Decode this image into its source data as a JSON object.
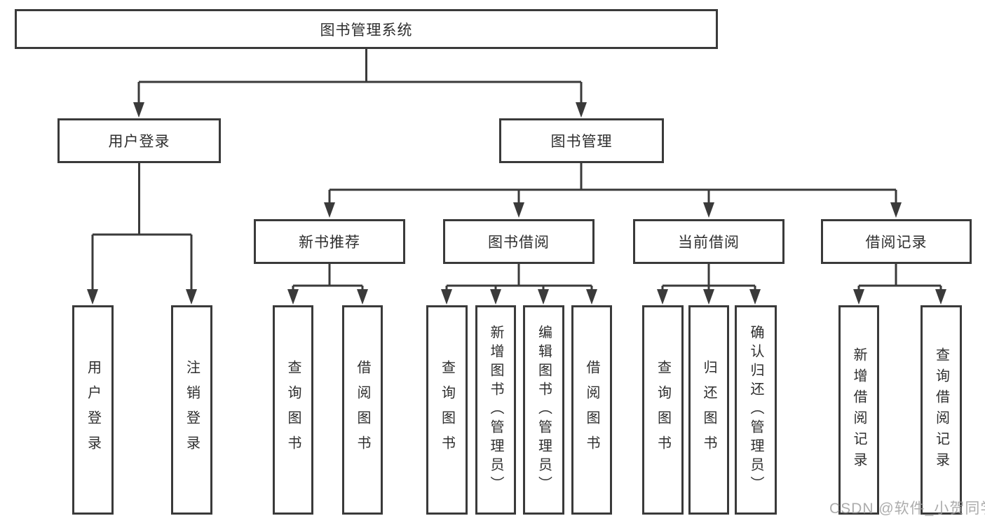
{
  "diagram": {
    "root": {
      "label": "图书管理系统"
    },
    "branches": [
      {
        "label": "用户登录",
        "children": [
          {
            "label": "用户登录"
          },
          {
            "label": "注销登录"
          }
        ]
      },
      {
        "label": "图书管理",
        "children": [
          {
            "label": "新书推荐",
            "children": [
              {
                "label": "查询图书"
              },
              {
                "label": "借阅图书"
              }
            ]
          },
          {
            "label": "图书借阅",
            "children": [
              {
                "label": "查询图书"
              },
              {
                "label": "新增图书（管理员）"
              },
              {
                "label": "编辑图书（管理员）"
              },
              {
                "label": "借阅图书"
              }
            ]
          },
          {
            "label": "当前借阅",
            "children": [
              {
                "label": "查询图书"
              },
              {
                "label": "归还图书"
              },
              {
                "label": "确认归还（管理员）"
              }
            ]
          },
          {
            "label": "借阅记录",
            "children": [
              {
                "label": "新增借阅记录"
              },
              {
                "label": "查询借阅记录"
              }
            ]
          }
        ]
      }
    ],
    "watermark": "CSDN @软件_小贺同学",
    "colors": {
      "line": "#3a3a3a",
      "text": "#2e2e2e",
      "watermark": "#9e9e9e",
      "background": "#ffffff"
    }
  }
}
